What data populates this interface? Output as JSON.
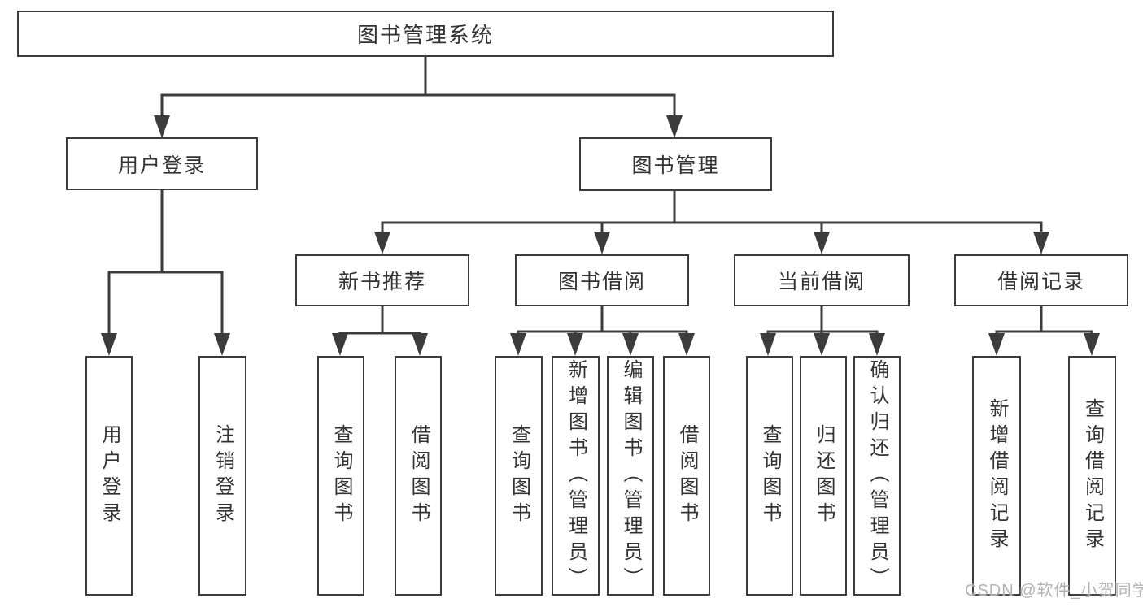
{
  "tree": {
    "label": "图书管理系统",
    "children": [
      {
        "label": "用户登录",
        "children": [
          {
            "label": "用户登录"
          },
          {
            "label": "注销登录"
          }
        ]
      },
      {
        "label": "图书管理",
        "children": [
          {
            "label": "新书推荐",
            "children": [
              {
                "label": "查询图书"
              },
              {
                "label": "借阅图书"
              }
            ]
          },
          {
            "label": "图书借阅",
            "children": [
              {
                "label": "查询图书"
              },
              {
                "label": "新增图书（管理员）"
              },
              {
                "label": "编辑图书（管理员）"
              },
              {
                "label": "借阅图书"
              }
            ]
          },
          {
            "label": "当前借阅",
            "children": [
              {
                "label": "查询图书"
              },
              {
                "label": "归还图书"
              },
              {
                "label": "确认归还（管理员）"
              }
            ]
          },
          {
            "label": "借阅记录",
            "children": [
              {
                "label": "新增借阅记录"
              },
              {
                "label": "查询借阅记录"
              }
            ]
          }
        ]
      }
    ]
  },
  "watermark": {
    "text": "CSDN @软件_小贺同学",
    "color": "#b3b3b3"
  },
  "colors": {
    "line": "#3c3c3c",
    "text": "#333333",
    "background": "#ffffff"
  }
}
